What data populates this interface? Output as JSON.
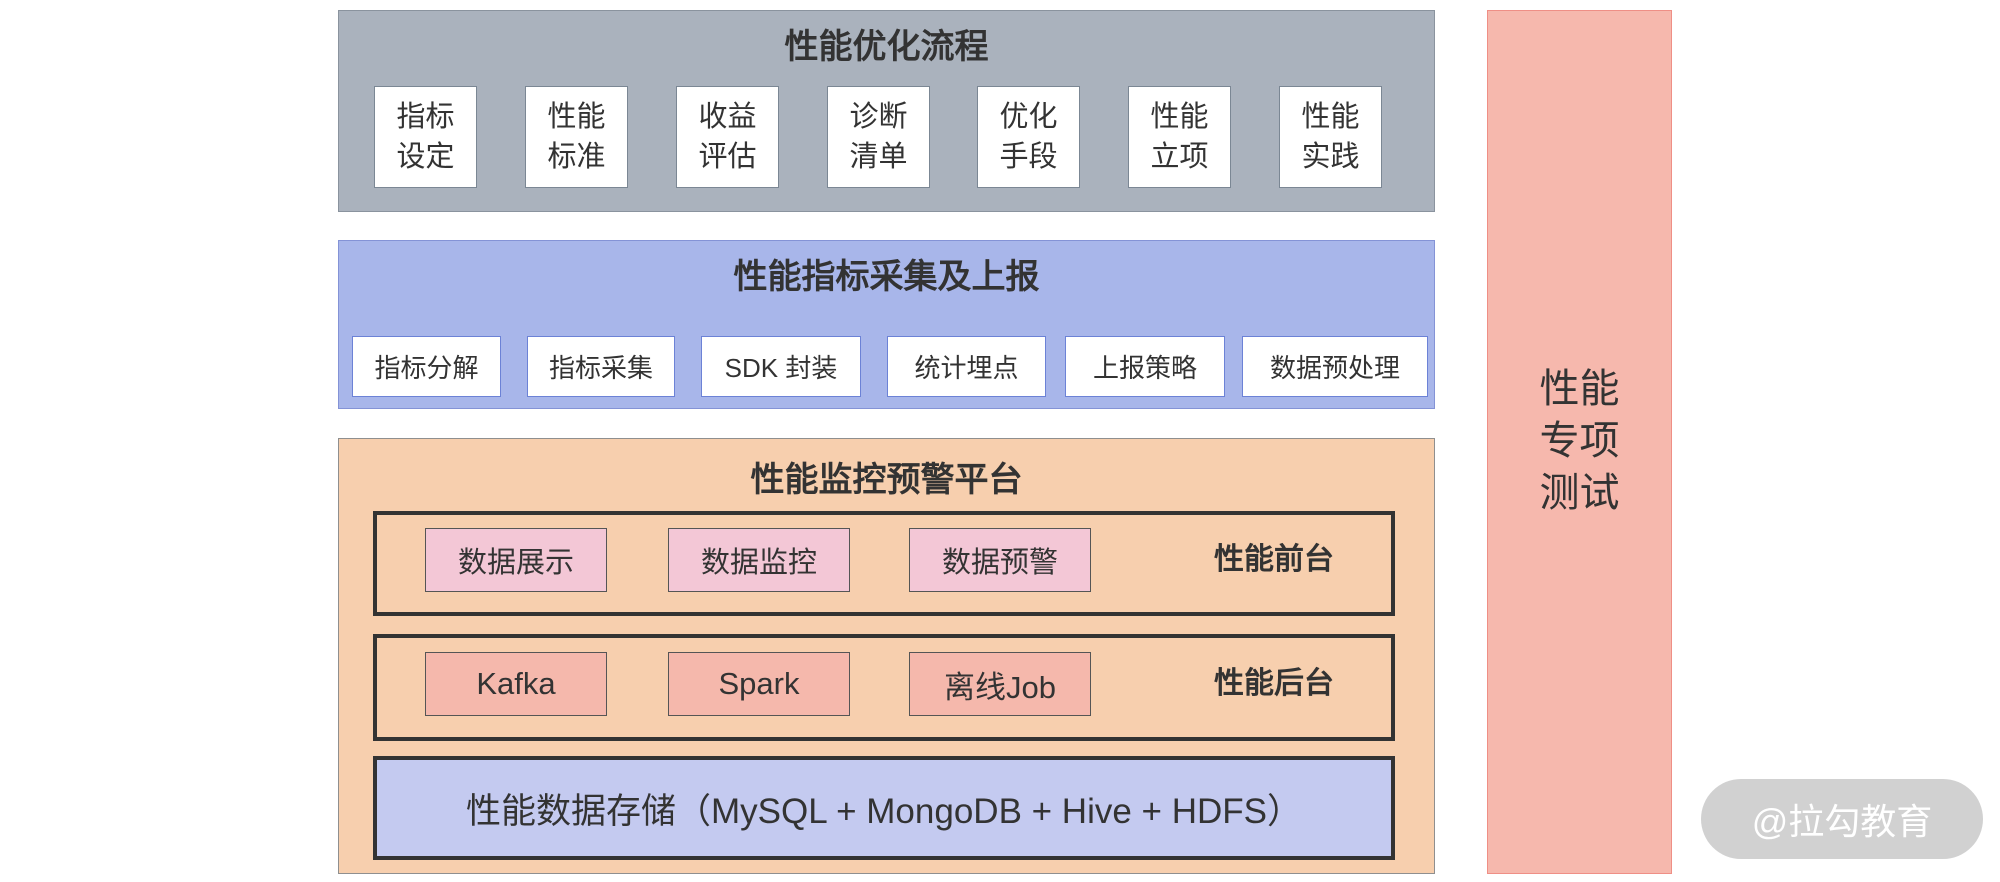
{
  "optimization_flow": {
    "title": "性能优化流程",
    "steps": [
      [
        "指标",
        "设定"
      ],
      [
        "性能",
        "标准"
      ],
      [
        "收益",
        "评估"
      ],
      [
        "诊断",
        "清单"
      ],
      [
        "优化",
        "手段"
      ],
      [
        "性能",
        "立项"
      ],
      [
        "性能",
        "实践"
      ]
    ]
  },
  "metrics_reporting": {
    "title": "性能指标采集及上报",
    "items": [
      "指标分解",
      "指标采集",
      "SDK 封装",
      "统计埋点",
      "上报策略",
      "数据预处理"
    ]
  },
  "monitoring_platform": {
    "title": "性能监控预警平台",
    "frontend": {
      "label": "性能前台",
      "items": [
        "数据展示",
        "数据监控",
        "数据预警"
      ]
    },
    "backend": {
      "label": "性能后台",
      "items": [
        "Kafka",
        "Spark",
        "离线Job"
      ]
    },
    "storage": {
      "label": "性能数据存储（MySQL + MongoDB + Hive + HDFS）"
    }
  },
  "special_testing": {
    "lines": [
      "性能",
      "专项",
      "测试"
    ]
  },
  "watermark": "@拉勾教育",
  "colors": {
    "flow_panel": "#aab2bd",
    "metrics_panel": "#a8b6ea",
    "monitor_panel": "#f7cfae",
    "frontend_item": "#f3c7d6",
    "backend_item": "#f5b8ac",
    "storage_row": "#c4caf0",
    "testing_panel": "#f6b8ad",
    "text": "#333333"
  }
}
